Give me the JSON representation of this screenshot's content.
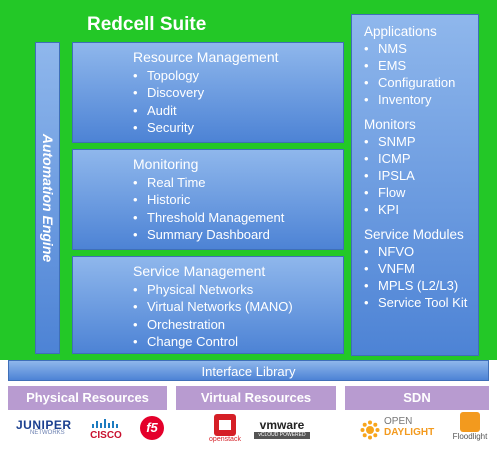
{
  "suite": {
    "title": "Redcell Suite"
  },
  "automation_engine": {
    "label": "Automation Engine"
  },
  "panels": [
    {
      "title": "Resource Management",
      "items": [
        "Topology",
        "Discovery",
        "Audit",
        "Security"
      ]
    },
    {
      "title": "Monitoring",
      "items": [
        "Real Time",
        "Historic",
        "Threshold Management",
        "Summary Dashboard"
      ]
    },
    {
      "title": "Service Management",
      "items": [
        "Physical Networks",
        "Virtual Networks (MANO)",
        "Orchestration",
        "Change Control"
      ]
    }
  ],
  "right": {
    "applications": {
      "title": "Applications",
      "items": [
        "NMS",
        "EMS",
        "Configuration",
        "Inventory"
      ]
    },
    "monitors": {
      "title": "Monitors",
      "items": [
        "SNMP",
        "ICMP",
        "IPSLA",
        "Flow",
        "KPI"
      ]
    },
    "service_modules": {
      "title": "Service Modules",
      "items": [
        "NFVO",
        "VNFM",
        "MPLS (L2/L3)",
        "Service Tool Kit"
      ]
    }
  },
  "interface_library": "Interface Library",
  "resources": {
    "physical": "Physical Resources",
    "virtual": "Virtual Resources",
    "sdn": "SDN"
  },
  "logos": {
    "juniper": "JUNIPER",
    "juniper_sub": "NETWORKS",
    "cisco": "CISCO",
    "f5": "f5",
    "openstack": "openstack",
    "vmware": "vmware",
    "vmware_sub": "vCLOUD POWERED",
    "opendaylight_1": "OPEN",
    "opendaylight_2": "DAYLIGHT",
    "floodlight": "Floodlight"
  },
  "colors": {
    "suite_green": "#23c827",
    "panel_blue": "#6a9ae0",
    "resource_purple": "#b89bd0"
  }
}
